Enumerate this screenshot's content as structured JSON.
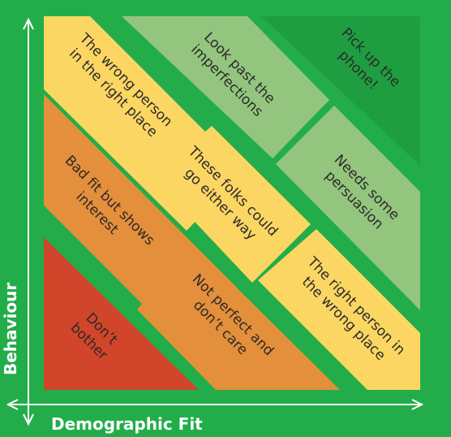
{
  "axes": {
    "x_label": "Demographic Fit",
    "y_label": "Behaviour",
    "color": "#ffffff"
  },
  "colors": {
    "background": "#22ad4a",
    "dark_green": "#1f9e41",
    "light_green": "#94c57e",
    "yellow": "#fcd663",
    "orange": "#e48f3b",
    "red": "#d1452a",
    "text": "#2a2a2a"
  },
  "segments": [
    {
      "id": "dont-bother",
      "label": [
        "Don’t",
        "bother"
      ],
      "color": "red"
    },
    {
      "id": "bad-fit-but-shows-interest",
      "label": [
        "Bad fit but shows",
        "interest"
      ],
      "color": "orange"
    },
    {
      "id": "not-perfect-and-dont-care",
      "label": [
        "Not perfect and",
        "don’t care"
      ],
      "color": "orange"
    },
    {
      "id": "wrong-person-right-place",
      "label": [
        "The wrong person",
        "in the right place"
      ],
      "color": "yellow"
    },
    {
      "id": "folks-could-go-either-way",
      "label": [
        "These folks could",
        "go either way"
      ],
      "color": "yellow"
    },
    {
      "id": "right-person-wrong-place",
      "label": [
        "The right person in",
        "the wrong place"
      ],
      "color": "yellow"
    },
    {
      "id": "look-past-the-imperfections",
      "label": [
        "Look past the",
        "imperfections"
      ],
      "color": "light_green"
    },
    {
      "id": "needs-some-persuasion",
      "label": [
        "Needs some",
        "persuasion"
      ],
      "color": "light_green"
    },
    {
      "id": "pick-up-the-phone",
      "label": [
        "Pick up the",
        "phone!"
      ],
      "color": "dark_green"
    }
  ]
}
